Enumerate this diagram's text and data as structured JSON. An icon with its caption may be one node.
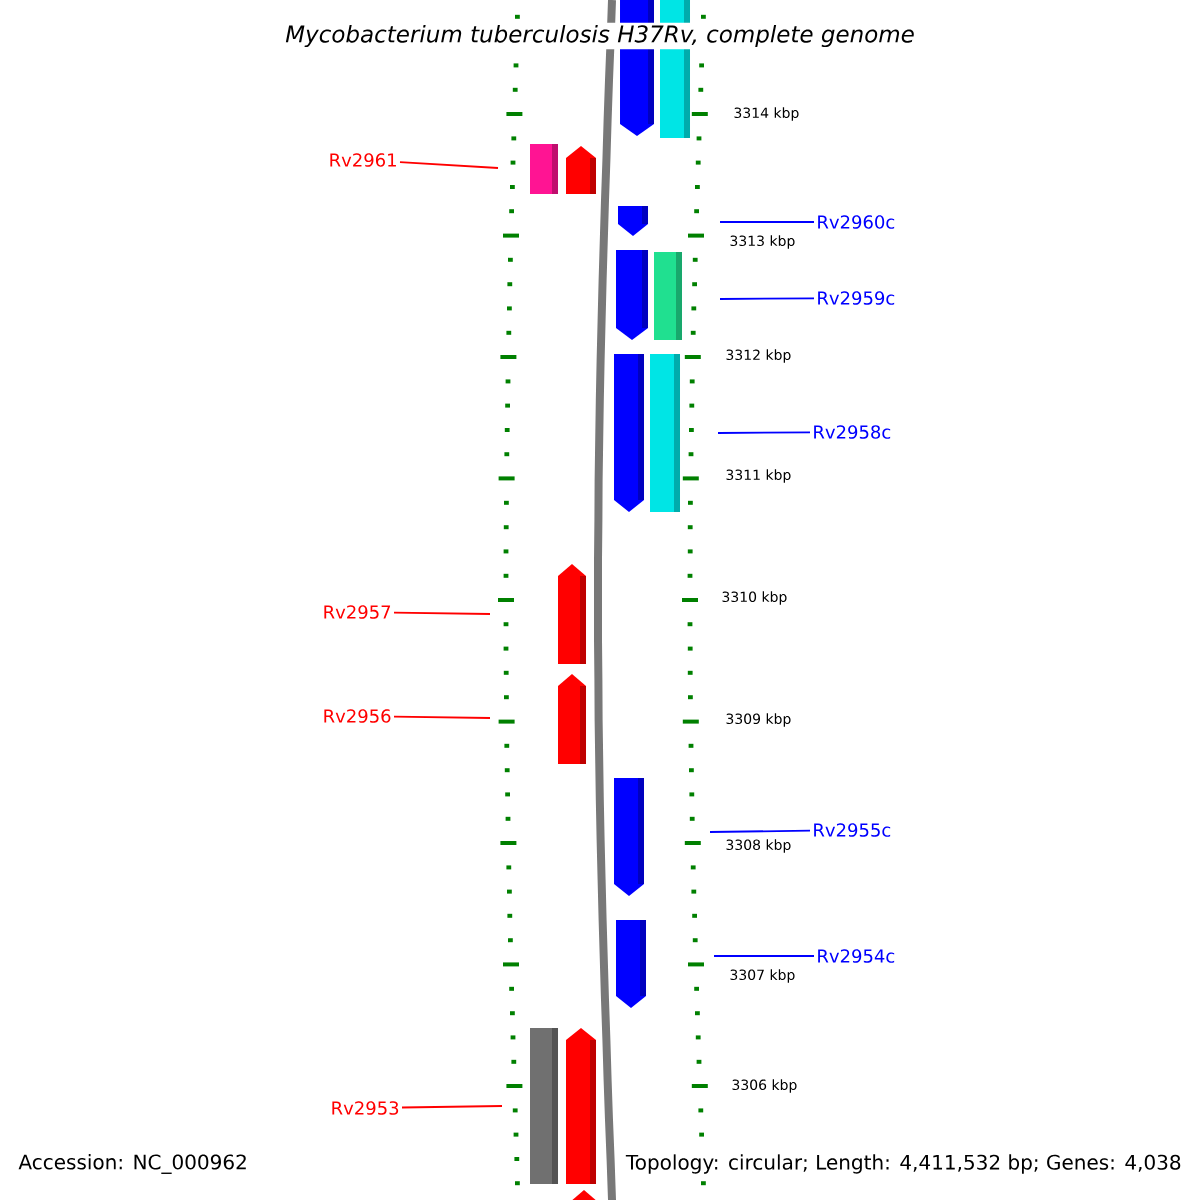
{
  "diagram": {
    "title": "Mycobacterium tuberculosis H37Rv, complete genome",
    "nodes": [
      {
        "text": [
          "Rv2961"
        ]
      },
      {
        "text": [
          "Rv2960c"
        ]
      },
      {
        "text": [
          "Rv2959c"
        ]
      },
      {
        "text": [
          "Rv2958c"
        ]
      },
      {
        "text": [
          "Rv2957"
        ]
      },
      {
        "text": [
          "Rv2956"
        ]
      },
      {
        "text": [
          "Rv2955c"
        ]
      },
      {
        "text": [
          "Rv2954c"
        ]
      },
      {
        "text": [
          "Rv2953"
        ]
      }
    ],
    "edges": [
      {
        "from": 0,
        "to": null,
        "arrow": "none",
        "color": "#ff0000"
      },
      {
        "from": 1,
        "to": null,
        "arrow": "none"
      },
      {
        "from": 2,
        "to": null,
        "arrow": "none"
      },
      {
        "from": 3,
        "to": null,
        "arrow": "none"
      },
      {
        "from": 4,
        "to": null,
        "arrow": "none",
        "color": "#ff0000"
      },
      {
        "from": 5,
        "to": null,
        "arrow": "none",
        "color": "#ff0000"
      },
      {
        "from": 6,
        "to": null,
        "arrow": "none"
      },
      {
        "from": 7,
        "to": null,
        "arrow": "none"
      },
      {
        "from": 8,
        "to": null,
        "arrow": "none",
        "color": "#ff0000"
      }
    ],
    "labels": [
      "3314 kbp",
      "3313 kbp",
      "3312 kbp",
      "3311 kbp",
      "3310 kbp",
      "3309 kbp",
      "3308 kbp",
      "3307 kbp",
      "3306 kbp",
      "Accession: NC_000962",
      "Topology: circular; Length: 4,411,532 bp; Genes: 4,038"
    ]
  }
}
